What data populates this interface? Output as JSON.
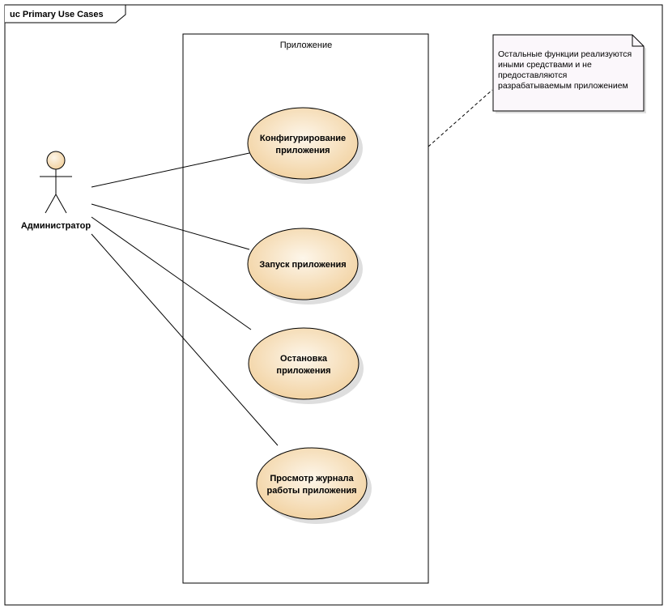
{
  "frame": {
    "title": "uc Primary Use Cases"
  },
  "system": {
    "label": "Приложение"
  },
  "actor": {
    "name": "Администратор"
  },
  "use_cases": [
    {
      "id": "uc-configure",
      "lines": [
        "Конфигурирование",
        "приложения"
      ]
    },
    {
      "id": "uc-start",
      "lines": [
        "Запуск приложения"
      ]
    },
    {
      "id": "uc-stop",
      "lines": [
        "Остановка",
        "приложения"
      ]
    },
    {
      "id": "uc-log",
      "lines": [
        "Просмотр журнала",
        "работы приложения"
      ]
    }
  ],
  "note": {
    "lines": [
      "Остальные функции реализуются",
      "иными средствами и не",
      "предоставляются",
      "разрабатываемым приложением"
    ]
  },
  "colors": {
    "usecase_fill_light": "#fdf6ea",
    "usecase_fill_dark": "#f2d3a2",
    "note_fill": "#fbf7fb",
    "stroke": "#000000",
    "shadow": "#c8c8c8"
  }
}
